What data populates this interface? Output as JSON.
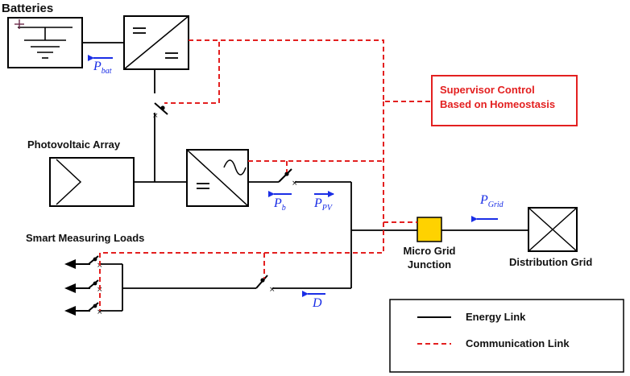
{
  "labels": {
    "batteries": "Batteries",
    "pv_array": "Photovoltaic Array",
    "smart_loads": "Smart Measuring Loads",
    "supervisor_line1": "Supervisor Control",
    "supervisor_line2": "Based on Homeostasis",
    "junction_line1": "Micro Grid",
    "junction_line2": "Junction",
    "distribution_grid": "Distribution Grid"
  },
  "flows": {
    "p_bat": {
      "symbol": "P",
      "subscript": "bat"
    },
    "p_b": {
      "symbol": "P",
      "subscript": "b"
    },
    "p_pv": {
      "symbol": "P",
      "subscript": "PV"
    },
    "d": {
      "symbol": "D"
    },
    "p_grid": {
      "symbol": "P",
      "subscript": "Grid"
    }
  },
  "legend": {
    "energy_link": "Energy Link",
    "communication_link": "Communication Link"
  },
  "colors": {
    "energy_link": "#000000",
    "communication_link": "#e32020",
    "junction_fill": "#ffd200",
    "flow_arrow": "#1a2ee6"
  }
}
